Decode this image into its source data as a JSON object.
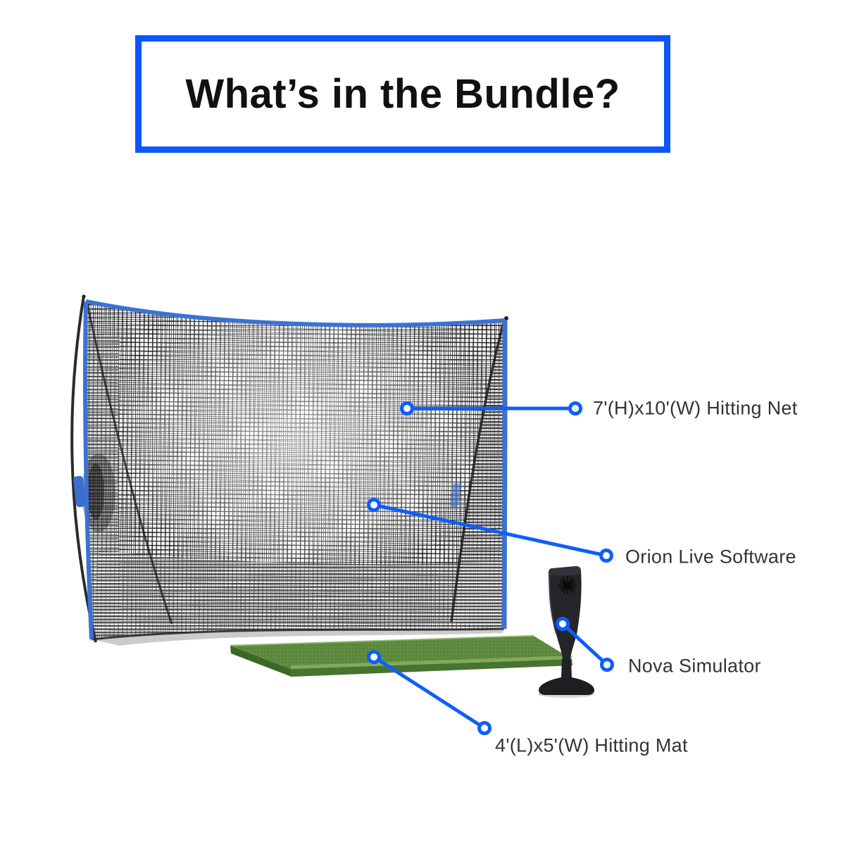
{
  "title": {
    "text": "What’s in the Bundle?"
  },
  "callouts": [
    {
      "id": "hitting-net",
      "label": "7'(H)x10'(W) Hitting Net"
    },
    {
      "id": "orion-live-software",
      "label": "Orion Live Software"
    },
    {
      "id": "nova-simulator",
      "label": "Nova Simulator"
    },
    {
      "id": "hitting-mat",
      "label": "4'(L)x5'(W) Hitting Mat"
    }
  ],
  "colors": {
    "accent_blue": "#0b57fb",
    "callout_blue": "#0e5efc",
    "net_edge_blue": "#3b72d2",
    "mat_green": "#5d8a3e",
    "device_black": "#242529",
    "label_text": "#333333",
    "title_text": "#111111"
  }
}
